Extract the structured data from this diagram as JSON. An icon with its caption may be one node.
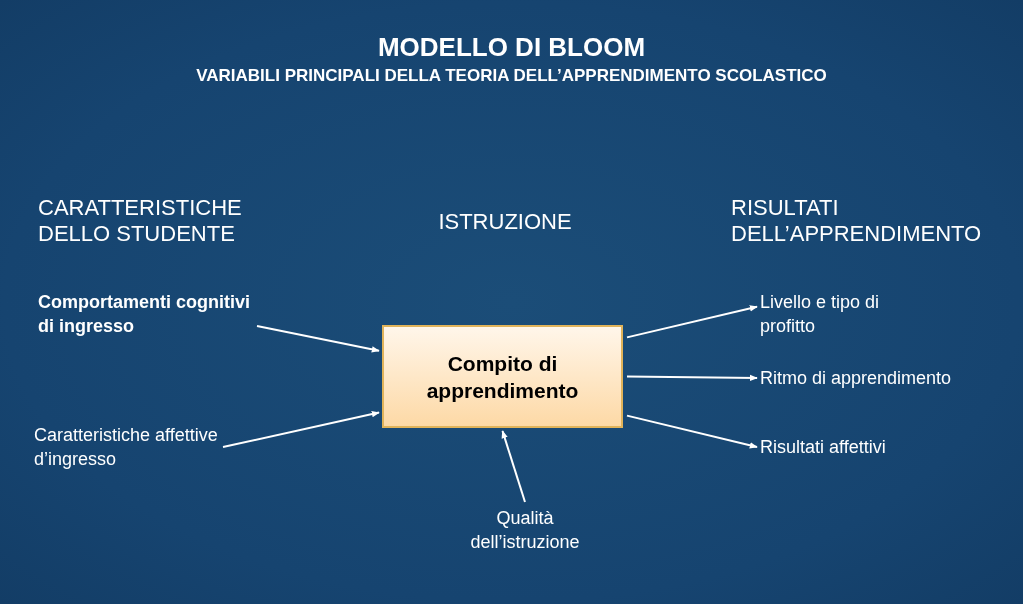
{
  "diagram": {
    "title": "MODELLO DI BLOOM",
    "nodes": [
      {
        "text": [
          "Comportamenti cognitivi di ingresso"
        ]
      },
      {
        "text": [
          "Caratteristiche affettive d’ingresso"
        ]
      },
      {
        "text": [
          "Compito di apprendimento"
        ]
      },
      {
        "text": [
          "Qualità dell’istruzione"
        ]
      },
      {
        "text": [
          "Livello e tipo di profitto"
        ]
      },
      {
        "text": [
          "Ritmo di apprendimento"
        ]
      },
      {
        "text": [
          "Risultati affettivi"
        ]
      }
    ],
    "edges": [
      {
        "from": 0,
        "to": 2,
        "arrow": "to"
      },
      {
        "from": 1,
        "to": 2,
        "arrow": "to"
      },
      {
        "from": 3,
        "to": 2,
        "arrow": "to"
      },
      {
        "from": 2,
        "to": 4,
        "arrow": "to"
      },
      {
        "from": 2,
        "to": 5,
        "arrow": "to"
      },
      {
        "from": 2,
        "to": 6,
        "arrow": "to"
      }
    ],
    "labels": [
      "VARIABILI PRINCIPALI DELLA TEORIA DELL’APPRENDIMENTO SCOLASTICO",
      "CARATTERISTICHE DELLO STUDENTE",
      "ISTRUZIONE",
      "RISULTATI DELL’APPRENDIMENTO"
    ]
  }
}
